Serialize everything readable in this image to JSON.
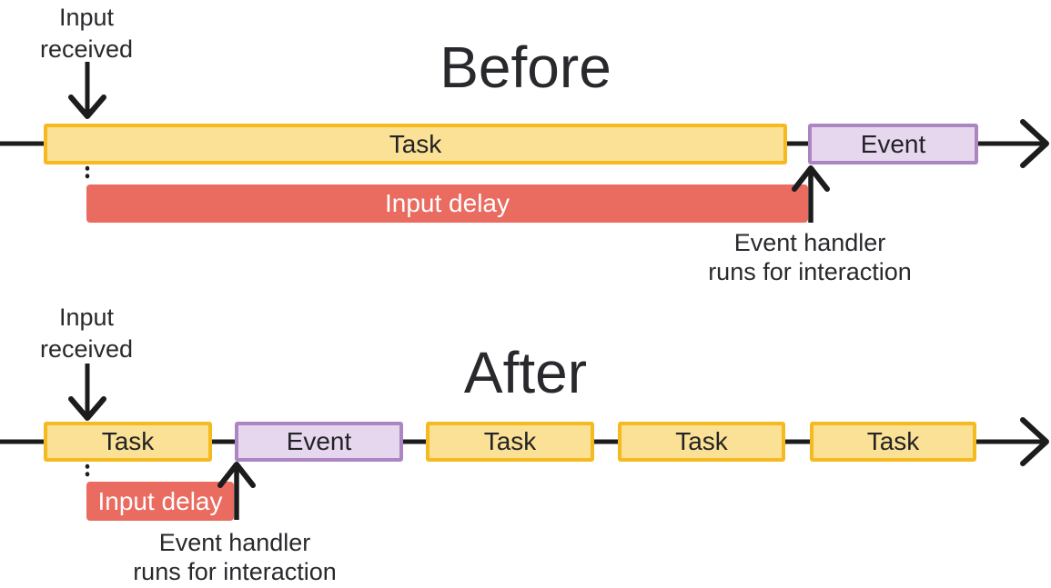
{
  "colors": {
    "task_fill": "#FBE195",
    "task_border": "#F4BA1F",
    "event_fill": "#E6D7EF",
    "event_border": "#AC86C2",
    "delay_fill": "#EA6B60",
    "line": "#1C1C1C",
    "text": "#28292D",
    "delay_text": "#FFFFFF"
  },
  "before": {
    "title": "Before",
    "input_received_line1": "Input",
    "input_received_line2": "received",
    "task_label": "Task",
    "event_label": "Event",
    "input_delay_label": "Input delay",
    "handler_line1": "Event handler",
    "handler_line2": "runs for interaction"
  },
  "after": {
    "title": "After",
    "input_received_line1": "Input",
    "input_received_line2": "received",
    "task_labels": [
      "Task",
      "Task",
      "Task",
      "Task"
    ],
    "event_label": "Event",
    "input_delay_label": "Input delay",
    "handler_line1": "Event handler",
    "handler_line2": "runs for interaction"
  }
}
